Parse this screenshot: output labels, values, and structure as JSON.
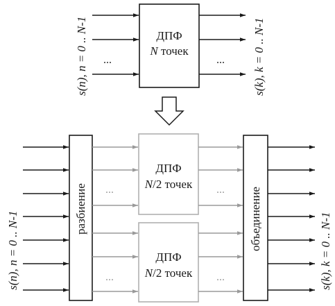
{
  "top": {
    "dft_line1": "ДПФ",
    "dft_line2_var": "N",
    "dft_line2_rest": " точек",
    "input_label": "s(n), n = 0 .. N-1",
    "output_label": "s(k), k = 0 .. N-1",
    "dots": "..."
  },
  "bottom": {
    "split_label": "разбиение",
    "merge_label": "объединение",
    "dft_line1": "ДПФ",
    "dft_line2_var": "N",
    "dft_line2_rest": "/2 точек",
    "input_label": "s(n), n = 0 .. N-1",
    "output_label": "s(k), k = 0 .. N-1",
    "dots": "..."
  },
  "colors": {
    "black": "#1a1a1a",
    "grey": "#9a9a9a",
    "grey_box": "#b0b0b0"
  }
}
